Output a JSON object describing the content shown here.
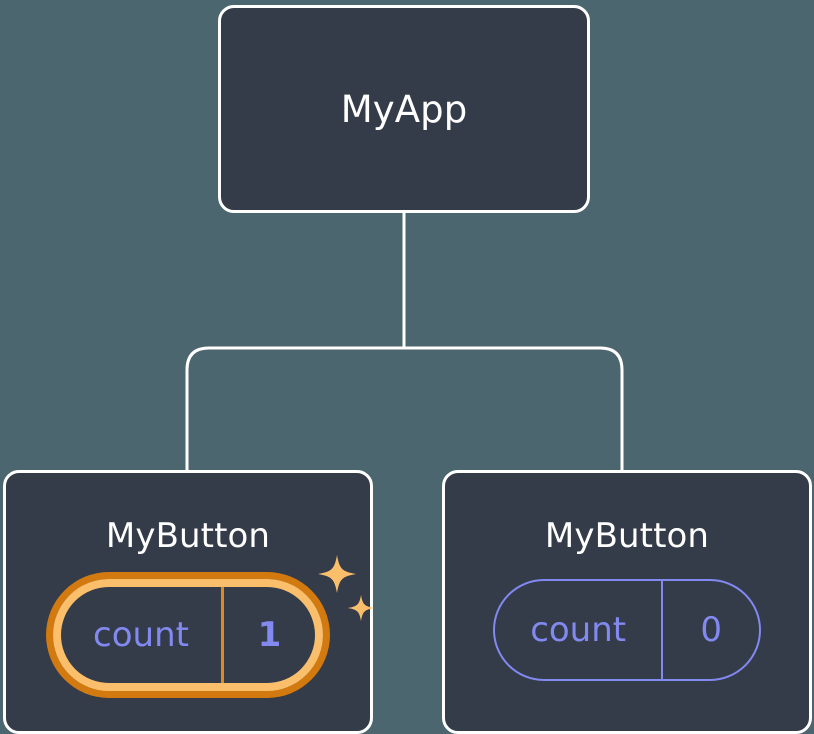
{
  "diagram": {
    "type": "component-tree",
    "background_color": "#4c6670",
    "node_fill": "#343b49",
    "node_border": "#ffffff",
    "accent_highlight": "#fbbf6b",
    "accent_highlight_ring": "#d2790f",
    "state_color": "#8289f0",
    "connector_color": "#ffffff"
  },
  "root": {
    "title": "MyApp"
  },
  "children": [
    {
      "title": "MyButton",
      "state": {
        "key": "count",
        "value": "1"
      },
      "highlighted": true,
      "sparkle_icon": "sparkles-icon"
    },
    {
      "title": "MyButton",
      "state": {
        "key": "count",
        "value": "0"
      },
      "highlighted": false
    }
  ]
}
